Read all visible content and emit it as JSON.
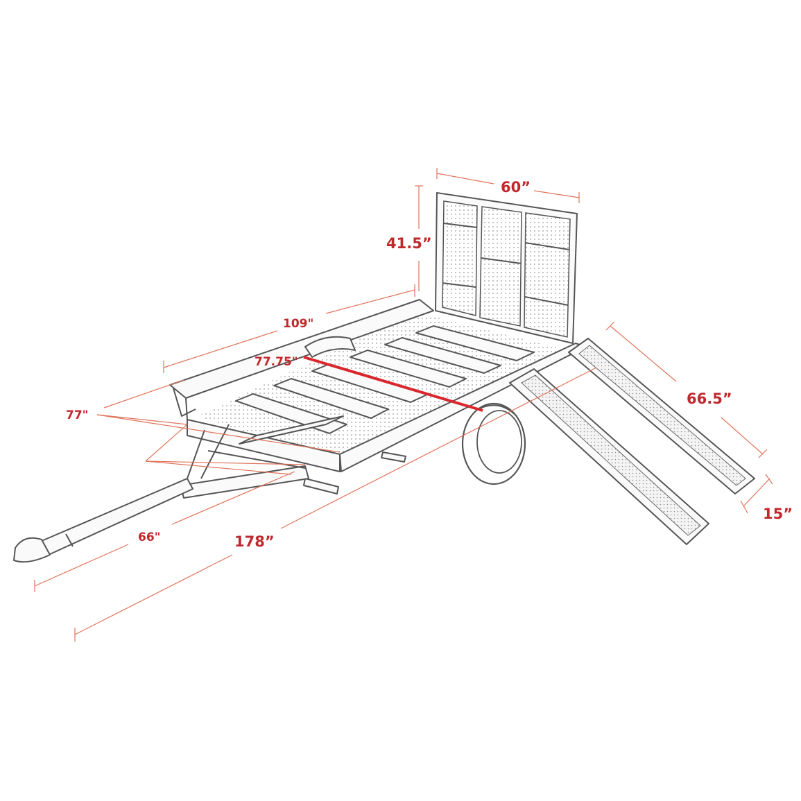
{
  "diagram": {
    "subject": "utility trailer with tilting gate and loading ramps",
    "colors": {
      "dimension_text": "#c0282d",
      "dimension_line": "#e0735a",
      "highlight_line": "#d9272e",
      "outline": "#555555"
    },
    "dimensions": {
      "gate_width": "60”",
      "gate_height": "41.5”",
      "bed_length": "109\"",
      "bed_width": "77.75\"",
      "overall_width": "77\"",
      "ramp_length": "66.5”",
      "ramp_width": "15”",
      "tongue_length": "66\"",
      "overall_length": "178”"
    }
  }
}
